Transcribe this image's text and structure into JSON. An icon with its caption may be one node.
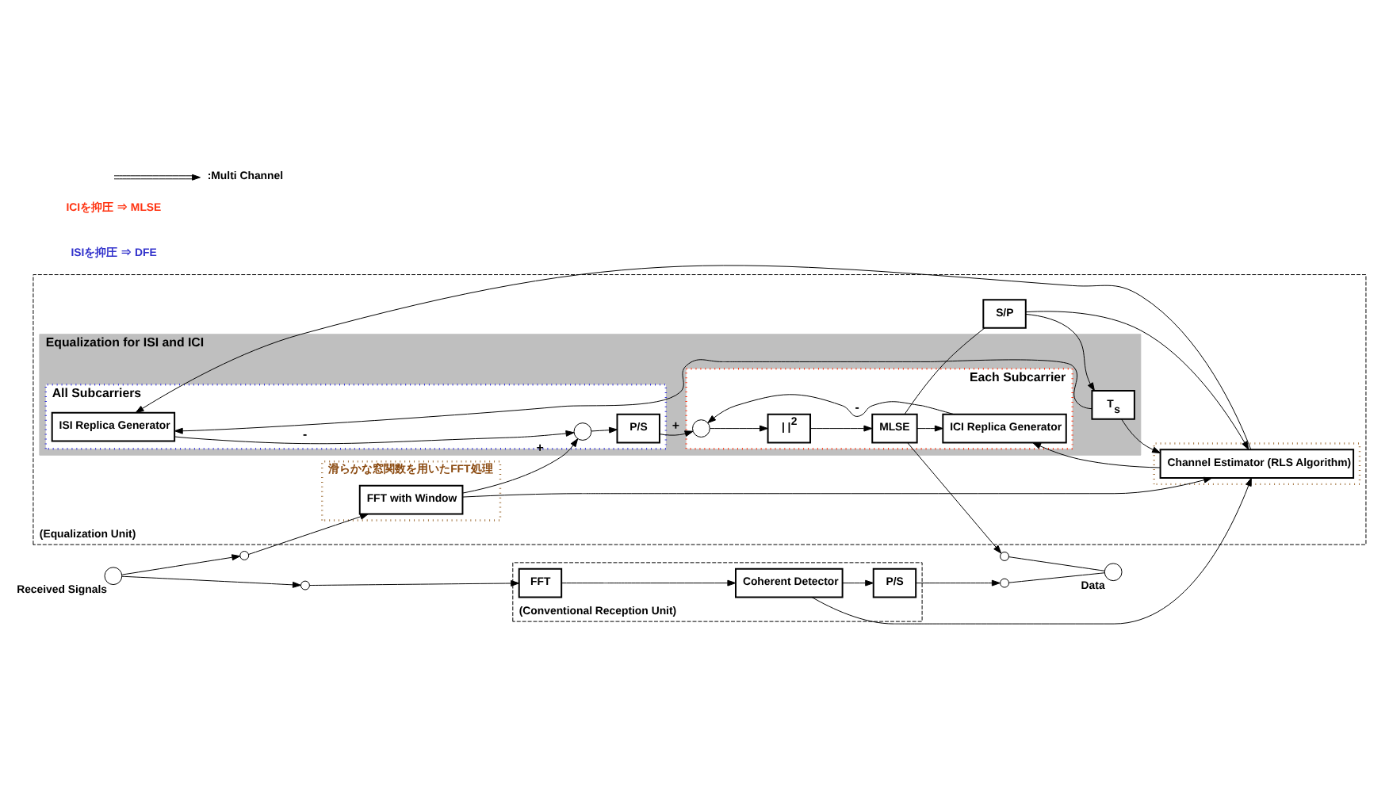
{
  "diagram": {
    "nodes": [
      {
        "text": [
          "(Equalization Unit)"
        ]
      },
      {
        "text": [
          "Equalization for ISI and ICI"
        ],
        "in": 0
      },
      {
        "text": [
          "All Subcarriers"
        ],
        "in": 1
      },
      {
        "text": [
          "Each Subcarrier"
        ],
        "in": 1
      },
      {
        "text": [
          "滑らかな窓関数を用いたFFT処理"
        ],
        "in": 0
      },
      {
        "text": [
          "FFT with Window"
        ],
        "in": 4
      },
      {
        "text": [],
        "shape": "circle",
        "in": 2
      },
      {
        "text": [
          "P/S"
        ],
        "in": 2
      },
      {
        "text": [
          "ISI Replica Generator"
        ],
        "in": 2
      },
      {
        "text": [],
        "shape": "circle",
        "in": 3
      },
      {
        "text": [
          "| |$^{2}$"
        ],
        "in": 3
      },
      {
        "text": [
          "MLSE"
        ],
        "in": 3
      },
      {
        "text": [
          "ICI Replica Generator"
        ],
        "in": 3
      },
      {
        "text": [
          "S/P"
        ],
        "in": 0
      },
      {
        "text": [
          "T$_{s}$"
        ],
        "in": 1
      },
      {
        "text": [],
        "shape": "box",
        "in": 0
      },
      {
        "text": [
          "Channel Estimator (RLS Algorithm)"
        ],
        "in": 15
      },
      {
        "text": [
          "(Conventional Reception Unit)"
        ]
      },
      {
        "text": [
          "FFT"
        ],
        "in": 17
      },
      {
        "text": [
          "Coherent Detector"
        ],
        "in": 17
      },
      {
        "text": [
          "P/S"
        ],
        "in": 17
      },
      {
        "text": [],
        "shape": "circle",
        "beside": [
          "Received Signals"
        ]
      },
      {
        "text": [],
        "shape": "switch"
      },
      {
        "text": [],
        "shape": "switch"
      },
      {
        "text": [],
        "shape": "switch"
      },
      {
        "text": [],
        "shape": "switch"
      },
      {
        "text": [],
        "shape": "circle",
        "beside": [
          "Data"
        ]
      }
    ],
    "edges": [
      {
        "from": 21,
        "to": 22,
        "arrow": "to"
      },
      {
        "from": 21,
        "to": 23,
        "arrow": "to"
      },
      {
        "from": 22,
        "to": 5,
        "arrow": "to"
      },
      {
        "from": 5,
        "to": 6,
        "arrow": "to",
        "label": "+"
      },
      {
        "from": 5,
        "to": 16,
        "arrow": "to"
      },
      {
        "from": 8,
        "to": 6,
        "arrow": "to",
        "label": "-"
      },
      {
        "from": 6,
        "to": 7,
        "arrow": "to"
      },
      {
        "from": 7,
        "to": 9,
        "arrow": "to",
        "label": "+"
      },
      {
        "from": 9,
        "to": 10,
        "arrow": "to"
      },
      {
        "from": 10,
        "to": 11,
        "arrow": "to"
      },
      {
        "from": 11,
        "to": 12,
        "arrow": "to"
      },
      {
        "from": 12,
        "to": 9,
        "arrow": "to",
        "label": "-"
      },
      {
        "from": 11,
        "to": 24,
        "arrow": "to"
      },
      {
        "from": 11,
        "to": 13,
        "arrow": "none"
      },
      {
        "from": 13,
        "to": 14,
        "arrow": "to"
      },
      {
        "from": 13,
        "to": 16,
        "arrow": "to"
      },
      {
        "from": 14,
        "to": 8,
        "arrow": "to"
      },
      {
        "from": 14,
        "to": 16,
        "arrow": "to"
      },
      {
        "from": 16,
        "to": 8,
        "arrow": "to"
      },
      {
        "from": 16,
        "to": 12,
        "arrow": "to"
      },
      {
        "from": 19,
        "to": 16,
        "arrow": "to"
      },
      {
        "from": 23,
        "to": 18,
        "arrow": "to"
      },
      {
        "from": 18,
        "to": 19,
        "arrow": "to"
      },
      {
        "from": 19,
        "to": 20,
        "arrow": "to"
      },
      {
        "from": 20,
        "to": 25,
        "arrow": "to"
      },
      {
        "from": 24,
        "to": 26,
        "arrow": "none"
      },
      {
        "from": 25,
        "to": 26,
        "arrow": "none"
      }
    ],
    "labels": [
      "ISIを抑圧 ⇒ DFE",
      "ICIを抑圧 ⇒ MLSE"
    ],
    "legend": [
      {
        "text": ":Multi Channel"
      }
    ]
  }
}
